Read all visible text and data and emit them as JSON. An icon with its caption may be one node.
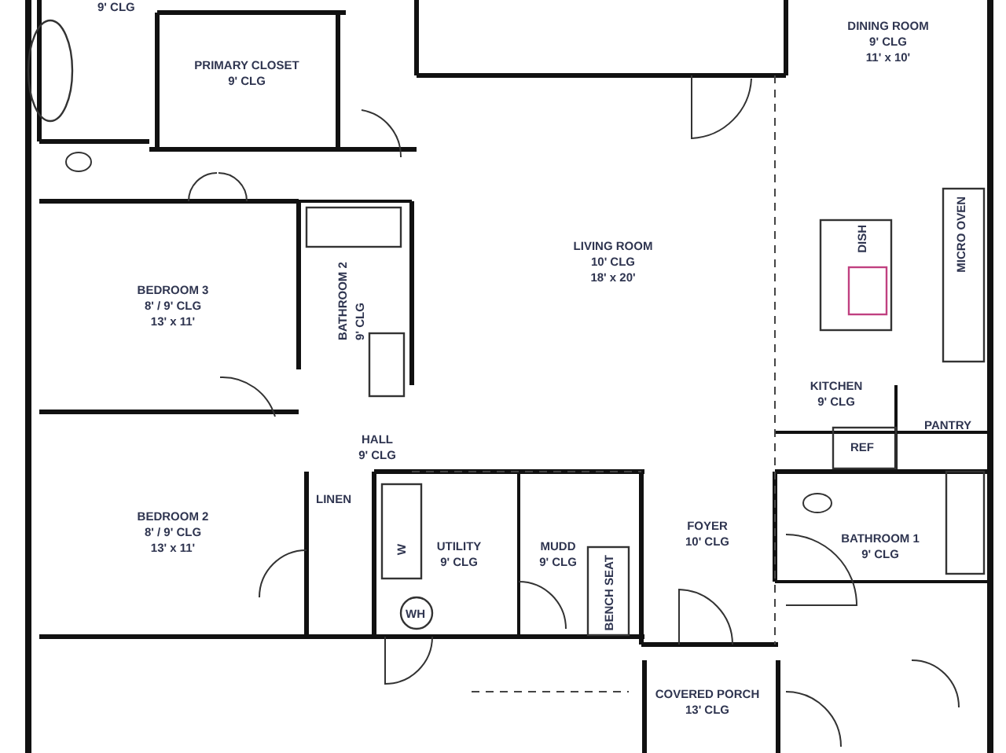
{
  "diagram": {
    "nodes": [
      {
        "text": [
          "PRIMARY CLOSET",
          "9' CLG"
        ]
      },
      {
        "text": [
          "BEDROOM 3",
          "8' / 9' CLG",
          "13' x 11'"
        ]
      },
      {
        "text": [
          "BATHROOM 2",
          "9' CLG"
        ]
      },
      {
        "text": [
          "LIVING ROOM",
          "10' CLG",
          "18' x 20'"
        ]
      },
      {
        "text": [
          "DINING ROOM",
          "9' CLG",
          "11' x 10'"
        ]
      },
      {
        "text": [
          "KITCHEN",
          "9' CLG"
        ]
      },
      {
        "text": [
          "PANTRY"
        ]
      },
      {
        "text": [
          "HALL",
          "9' CLG"
        ]
      },
      {
        "text": [
          "BEDROOM 2",
          "8' / 9' CLG",
          "13' x 11'"
        ]
      },
      {
        "text": [
          "UTILITY",
          "9' CLG"
        ]
      },
      {
        "text": [
          "MUDD",
          "9' CLG"
        ]
      },
      {
        "text": [
          "FOYER",
          "10' CLG"
        ]
      },
      {
        "text": [
          "BATHROOM 1",
          "9' CLG"
        ]
      },
      {
        "text": [
          "COVERED PORCH",
          "13' CLG"
        ]
      }
    ],
    "labels": [
      "9' CLG",
      "MICRO OVEN",
      "DISH",
      "REF",
      "LINEN",
      "W",
      "WH",
      "BENCH SEAT"
    ]
  }
}
